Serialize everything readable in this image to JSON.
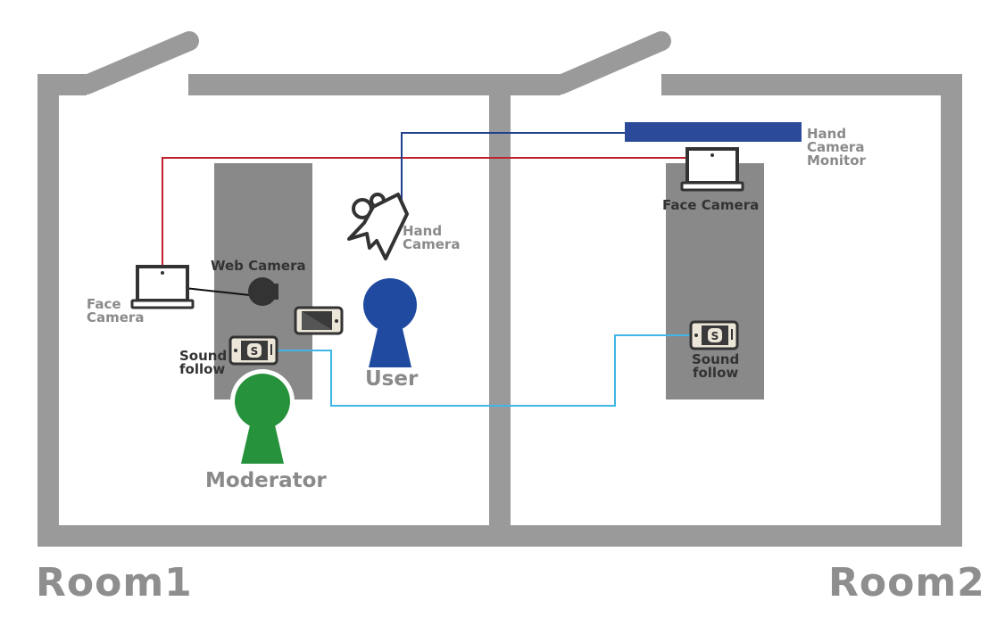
{
  "rooms": [
    {
      "name": "Room1"
    },
    {
      "name": "Room2"
    }
  ],
  "people": {
    "moderator": {
      "label": "Moderator",
      "color": "#27923c"
    },
    "user": {
      "label": "User",
      "color": "#1f4aa0"
    }
  },
  "devices": {
    "room1_face_camera": {
      "label_line1": "Face",
      "label_line2": "Camera",
      "icon": "laptop-icon"
    },
    "web_camera": {
      "label": "Web Camera",
      "icon": "webcam-icon"
    },
    "hand_camera": {
      "label_line1": "Hand",
      "label_line2": "Camera",
      "icon": "video-camera-icon"
    },
    "room1_sound_follow": {
      "label_line1": "Sound",
      "label_line2": "follow",
      "icon": "skype-phone-icon"
    },
    "room1_phone": {
      "icon": "smartphone-icon"
    },
    "hand_camera_monitor": {
      "label_line1": "Hand",
      "label_line2": "Camera",
      "label_line3": "Monitor",
      "icon": "monitor-bar-icon"
    },
    "room2_face_camera": {
      "label": "Face Camera",
      "icon": "laptop-icon"
    },
    "room2_sound_follow": {
      "label_line1": "Sound",
      "label_line2": "follow",
      "icon": "skype-phone-icon"
    }
  },
  "colors": {
    "wall": "#9a9a9a",
    "table": "#898989",
    "face_camera_link": "#c0202b",
    "hand_camera_link": "#1f3f8f",
    "sound_link": "#3fb6e6",
    "monitor": "#2c4a9a"
  },
  "connections": [
    {
      "from": "room1_face_camera",
      "to": "room2_face_camera",
      "color_key": "face_camera_link"
    },
    {
      "from": "hand_camera",
      "to": "hand_camera_monitor",
      "color_key": "hand_camera_link"
    },
    {
      "from": "room1_sound_follow",
      "to": "room2_sound_follow",
      "color_key": "sound_link"
    },
    {
      "from": "room1_face_camera",
      "to": "web_camera",
      "color_key": "black"
    }
  ]
}
